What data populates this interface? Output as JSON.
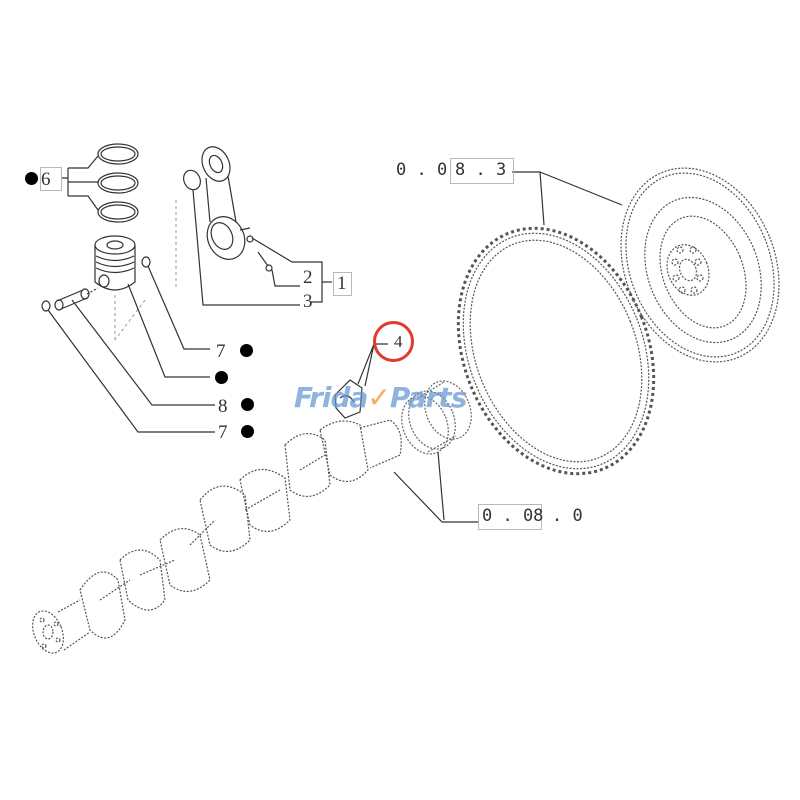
{
  "diagram": {
    "type": "exploded-parts-diagram",
    "subject": "engine crankshaft, piston, connecting rod and flywheel assembly",
    "highlight_color": "#e23b2e",
    "callouts": [
      {
        "id": "6",
        "label": "6",
        "part": "piston rings (set of 3)",
        "marked": true
      },
      {
        "id": "1",
        "label": "1",
        "part": "connecting rod assembly",
        "boxed": true
      },
      {
        "id": "2",
        "label": "2",
        "part": "connecting rod bolt"
      },
      {
        "id": "3",
        "label": "3",
        "part": "small end bushing"
      },
      {
        "id": "7a",
        "label": "7",
        "part": "piston pin circlip",
        "marked": true
      },
      {
        "id": "p",
        "label": "",
        "part": "piston",
        "marked": true
      },
      {
        "id": "8",
        "label": "8",
        "part": "piston pin",
        "marked": true
      },
      {
        "id": "7b",
        "label": "7",
        "part": "piston pin circlip",
        "marked": true
      },
      {
        "id": "4",
        "label": "4",
        "part": "crankshaft bearing",
        "highlighted": true
      },
      {
        "id": "ref083",
        "label": "0 . 08 . 3",
        "part": "flywheel & ring gear reference"
      },
      {
        "id": "ref080",
        "label": "0 . 08 . 0",
        "part": "crankshaft & timing gear reference"
      }
    ]
  },
  "labels": {
    "six": "6",
    "one": "1",
    "two": "2",
    "three": "3",
    "seven_a": "7",
    "eight": "8",
    "seven_b": "7",
    "four": "4",
    "ref_083_a": "0 . 0",
    "ref_083_b": "8 . 3",
    "ref_080_a": "0 . 08",
    "ref_080_b": ". 0"
  },
  "watermark": {
    "text_left": "Frida",
    "check": "✓",
    "text_right": "Parts",
    "color": "#6496d2",
    "accent": "#f0a03c"
  }
}
